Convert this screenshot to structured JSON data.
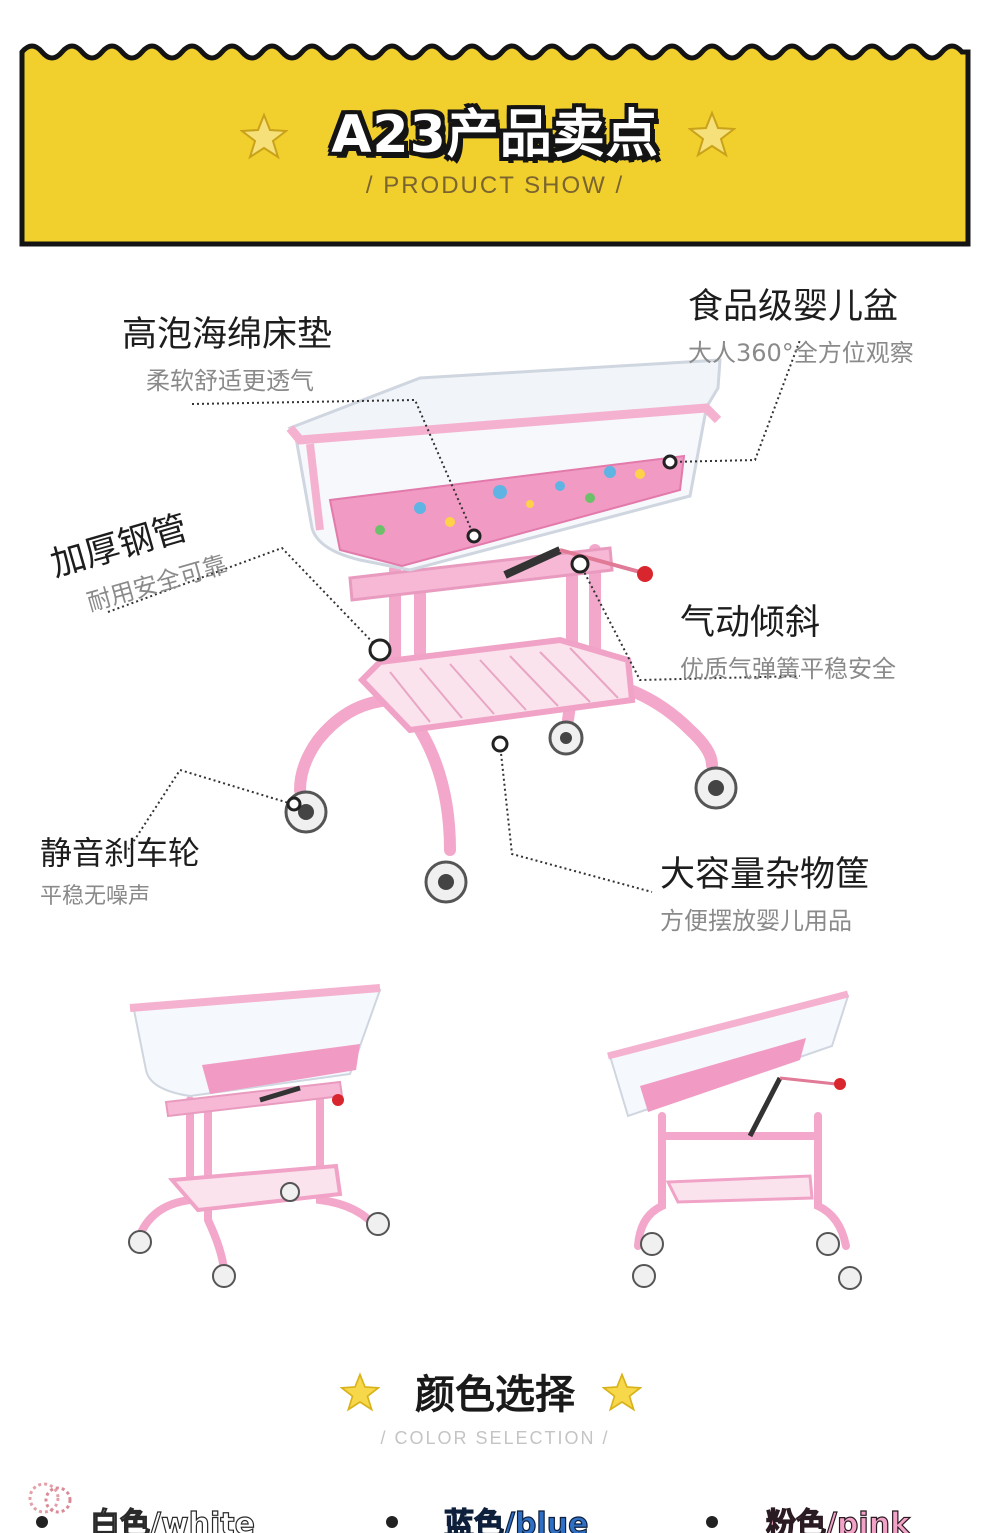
{
  "banner": {
    "title": "A23产品卖点",
    "subtitle": "/ PRODUCT  SHOW /",
    "background_color": "#f1cf2c",
    "border_color": "#141414"
  },
  "callouts": {
    "mattress": {
      "title": "高泡海绵床垫",
      "subtitle": "柔软舒适更透气"
    },
    "basin": {
      "title": "食品级婴儿盆",
      "subtitle": "大人360°全方位观察"
    },
    "steel": {
      "title": "加厚钢管",
      "subtitle": "耐用安全可靠"
    },
    "tilt": {
      "title": "气动倾斜",
      "subtitle": "优质气弹簧平稳安全"
    },
    "wheels": {
      "title": "静音刹车轮",
      "subtitle": "平稳无噪声"
    },
    "basket": {
      "title": "大容量杂物筐",
      "subtitle": "方便摆放婴儿用品"
    }
  },
  "color_section": {
    "title": "颜色选择",
    "subtitle": "/ COLOR  SELECTION /",
    "options": [
      {
        "label": "白色/white",
        "color": "#ffffff",
        "outline": "#2a2a2a"
      },
      {
        "label": "蓝色/blue",
        "color": "#2f6fc4",
        "outline": "#0d1f3a"
      },
      {
        "label": "粉色/pink",
        "color": "#f2a3c7",
        "outline": "#2a1a22"
      }
    ]
  },
  "colors": {
    "frame_pink": "#f4b2d0",
    "mattress_pink": "#f19ac3",
    "star_yellow": "#f6d84a"
  }
}
